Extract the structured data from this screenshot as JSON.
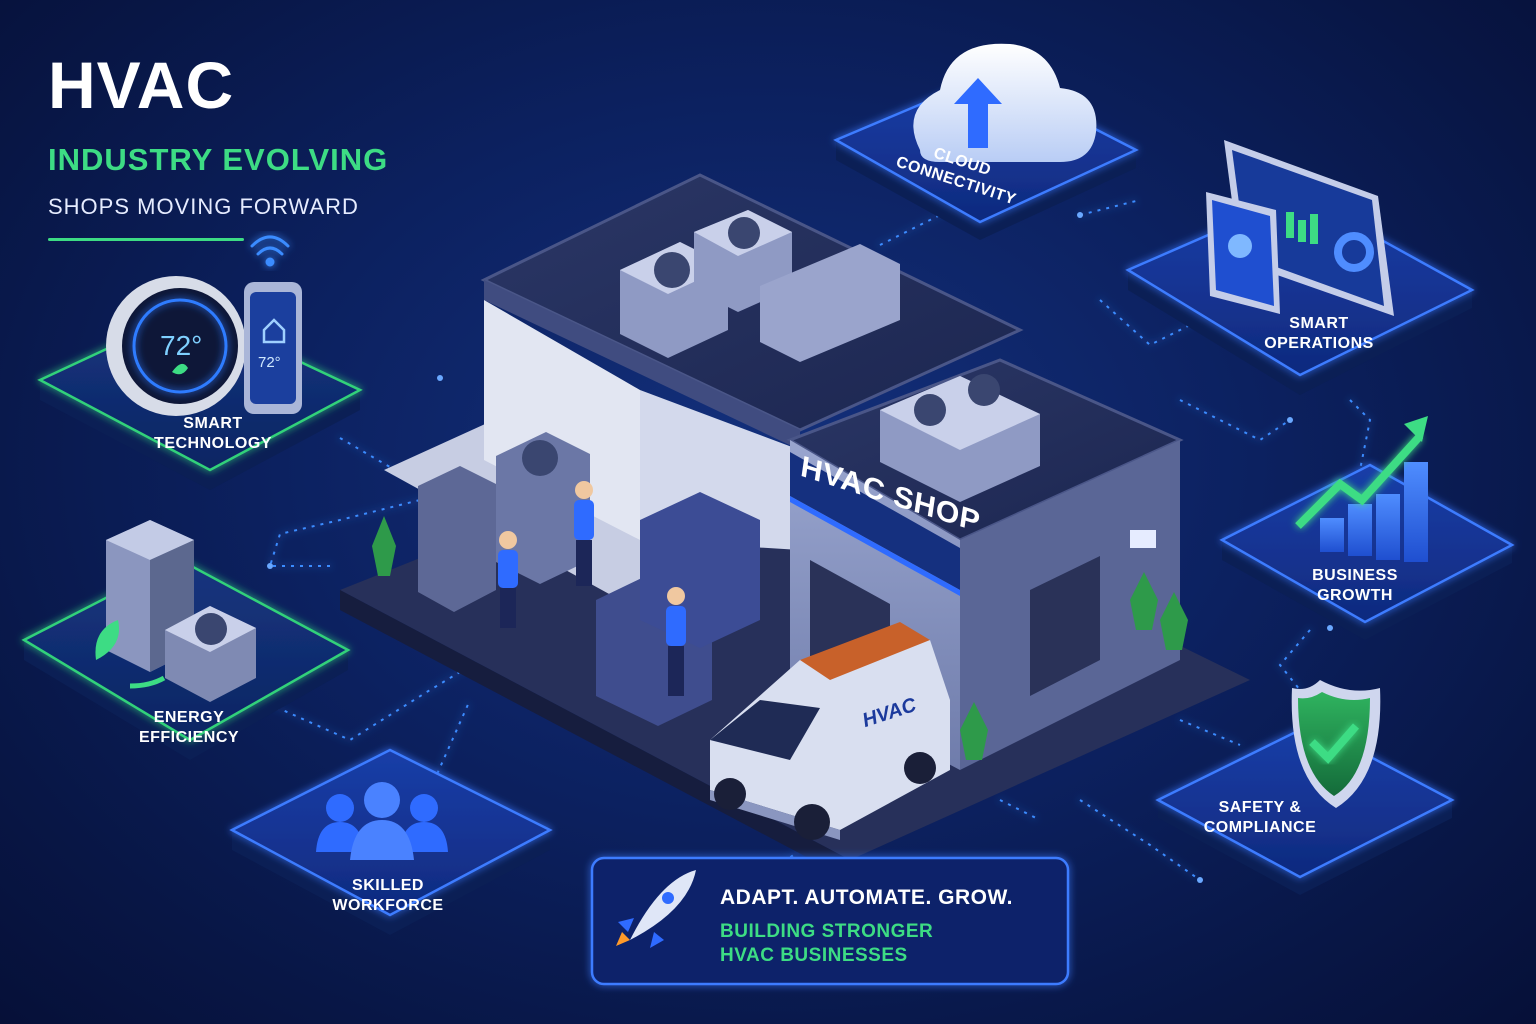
{
  "header": {
    "title": "HVAC",
    "subtitle": "INDUSTRY EVOLVING",
    "tagline": "SHOPS MOVING FORWARD"
  },
  "nodes": {
    "cloud": "CLOUD CONNECTIVITY",
    "smart_ops": "SMART OPERATIONS",
    "smart_tech": "SMART TECHNOLOGY",
    "energy": "ENERGY EFFICIENCY",
    "workforce": "SKILLED WORKFORCE",
    "growth": "BUSINESS GROWTH",
    "safety": "SAFETY & COMPLIANCE"
  },
  "banner": {
    "headline": "ADAPT. AUTOMATE. GROW.",
    "sub": "BUILDING STRONGER HVAC BUSINESSES"
  },
  "building": {
    "sign": "HVAC SHOP",
    "van_text": "HVAC"
  },
  "devices": {
    "thermostat_temp": "72°",
    "phone_temp": "72°"
  },
  "colors": {
    "background": "#0c2160",
    "accent_green": "#3ddc84",
    "accent_blue": "#2f6bff",
    "panel_edge_blue": "#3d7bff",
    "panel_edge_green": "#33d17a"
  },
  "icons": [
    "thermostat-icon",
    "smartphone-icon",
    "wifi-icon",
    "cloud-upload-icon",
    "dashboard-icon",
    "tablet-icon",
    "growth-chart-icon",
    "shield-check-icon",
    "people-icon",
    "rocket-icon",
    "ac-unit-icon",
    "leaf-icon"
  ]
}
